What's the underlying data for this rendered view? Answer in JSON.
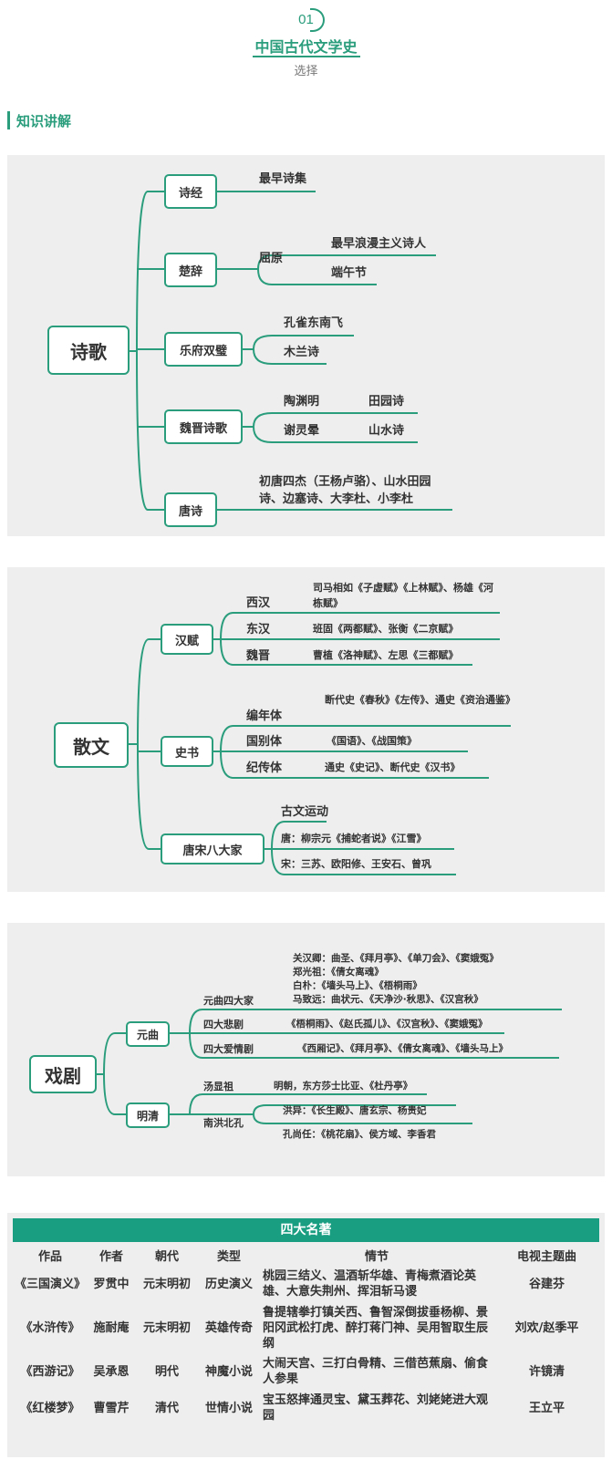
{
  "header": {
    "number": "01",
    "title": "中国古代文学史",
    "subtitle": "选择"
  },
  "section_title": "知识讲解",
  "poetry": {
    "root": "诗歌",
    "shijing": {
      "label": "诗经",
      "leaf": "最早诗集"
    },
    "chuci": {
      "label": "楚辞",
      "author": "屈原",
      "leaf1": "最早浪漫主义诗人",
      "leaf2": "端午节"
    },
    "yuefu": {
      "label": "乐府双璧",
      "leaf1": "孔雀东南飞",
      "leaf2": "木兰诗"
    },
    "weijin": {
      "label": "魏晋诗歌",
      "poet1": "陶渊明",
      "genre1": "田园诗",
      "poet2": "谢灵晕",
      "genre2": "山水诗"
    },
    "tang": {
      "label": "唐诗",
      "text": "初唐四杰（王杨卢骆）、山水田园诗、边塞诗、大李杜、小李杜"
    }
  },
  "prose": {
    "root": "散文",
    "hanfu": {
      "label": "汉赋",
      "xihan": "西汉",
      "xihan_text": "司马相如《子虚赋》《上林赋》、杨雄《河栋赋》",
      "donghan": "东汉",
      "donghan_text": "班固《两都赋》、张衡《二京赋》",
      "weijin": "魏晋",
      "weijin_text": "曹植《洛神赋》、左思《三都赋》"
    },
    "shishu": {
      "label": "史书",
      "biannian": "编年体",
      "biannian_text": "断代史《春秋》《左传》、通史《资治通鉴》",
      "guobie": "国别体",
      "guobie_text": "《国语》、《战国策》",
      "jizhuan": "纪传体",
      "jizhuan_text": "通史《史记》、断代史《汉书》"
    },
    "tangsong": {
      "label": "唐宋八大家",
      "leaf1": "古文运动",
      "leaf2": "唐：柳宗元《捕蛇者说》《江雪》",
      "leaf3": "宋：三苏、欧阳修、王安石、曾巩"
    }
  },
  "drama": {
    "root": "戏剧",
    "yuanqu": {
      "label": "元曲",
      "sida": "元曲四大家",
      "line1": "关汉卿：曲圣、《拜月亭》、《单刀会》、《窦娥冤》",
      "line2": "郑光祖：《倩女离魂》",
      "line3": "白朴：《墙头马上》、《梧桐雨》",
      "line4": "马致远：曲状元、《天净沙·秋思》、《汉宫秋》",
      "beiju": "四大悲剧",
      "beiju_text": "《梧桐雨》、《赵氏孤儿》、《汉宫秋》、《窦娥冤》",
      "aiqing": "四大爱情剧",
      "aiqing_text": "《西厢记》、《拜月亭》、《倩女离魂》、《墙头马上》"
    },
    "mingqing": {
      "label": "明清",
      "tang": "汤显祖",
      "tang_text": "明朝，东方莎士比亚、《杜丹亭》",
      "nanhong": "南洪北孔",
      "hong_text": "洪异：《长生殿》、唐玄宗、杨贵妃",
      "kong_text": "孔尚任：《桃花扇》、侯方域、李香君"
    }
  },
  "table": {
    "title": "四大名著",
    "headers": [
      "作品",
      "作者",
      "朝代",
      "类型",
      "情节",
      "电视主题曲"
    ],
    "rows": [
      {
        "work": "《三国演义》",
        "author": "罗贯中",
        "dynasty": "元末明初",
        "type": "历史演义",
        "plot": "桃园三结义、温酒斩华雄、青梅煮酒论英雄、大意失荆州、挥泪斩马谡",
        "song": "谷建芬"
      },
      {
        "work": "《水浒传》",
        "author": "施耐庵",
        "dynasty": "元末明初",
        "type": "英雄传奇",
        "plot": "鲁提辖拳打镇关西、鲁智深倒拔垂杨柳、景阳冈武松打虎、醉打蒋门神、吴用智取生辰纲",
        "song": "刘欢/赵季平"
      },
      {
        "work": "《西游记》",
        "author": "吴承恩",
        "dynasty": "明代",
        "type": "神魔小说",
        "plot": "大闹天宫、三打白骨精、三借芭蕉扇、偷食人参果",
        "song": "许镜清"
      },
      {
        "work": "《红楼梦》",
        "author": "曹雪芹",
        "dynasty": "清代",
        "type": "世情小说",
        "plot": "宝玉怒摔通灵宝、黛玉葬花、刘姥姥进大观园",
        "song": "王立平"
      }
    ]
  },
  "colors": {
    "accent": "#2a9d7c",
    "table_header": "#1a9e82",
    "panel_bg": "#eeeeee"
  }
}
